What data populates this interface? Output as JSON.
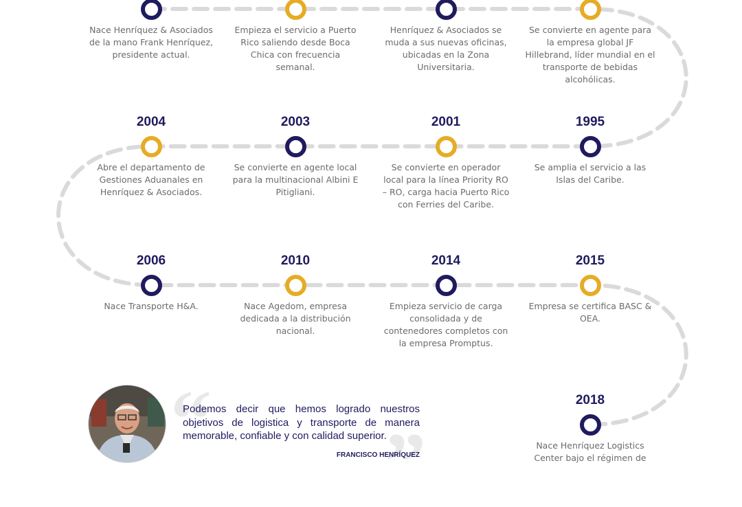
{
  "colors": {
    "navy": "#1f1b5e",
    "gold": "#e5ac25",
    "path": "#dadada",
    "text": "#6b6b6b"
  },
  "timeline": {
    "events": [
      {
        "year": "",
        "marker": "navy",
        "desc": "Nace Henríquez & Asociados de la mano Frank Henríquez, presidente actual."
      },
      {
        "year": "",
        "marker": "gold",
        "desc": "Empieza el servicio a Puerto Rico saliendo desde Boca Chica con frecuencia semanal."
      },
      {
        "year": "",
        "marker": "navy",
        "desc": "Henríquez & Asociados se muda a sus nuevas oficinas, ubicadas en la Zona Universitaria."
      },
      {
        "year": "",
        "marker": "gold",
        "desc": "Se convierte en agente para la empresa global JF Hillebrand, líder mundial en el transporte de bebidas alcohólicas."
      },
      {
        "year": "2004",
        "marker": "gold",
        "desc": "Abre el departamento de Gestiones Aduanales en Henríquez & Asociados."
      },
      {
        "year": "2003",
        "marker": "navy",
        "desc": "Se convierte en agente local para la multinacional Albini E Pitigliani."
      },
      {
        "year": "2001",
        "marker": "gold",
        "desc": "Se convierte en operador local para la línea Priority RO – RO, carga hacia Puerto Rico con Ferries del Caribe."
      },
      {
        "year": "1995",
        "marker": "navy",
        "desc": "Se amplia el servicio a las Islas del Caribe."
      },
      {
        "year": "2006",
        "marker": "navy",
        "desc": "Nace Transporte H&A."
      },
      {
        "year": "2010",
        "marker": "gold",
        "desc": "Nace Agedom, empresa dedicada a la distribución nacional."
      },
      {
        "year": "2014",
        "marker": "navy",
        "desc": "Empieza servicio de carga consolidada y de contenedores completos con la empresa Promptus."
      },
      {
        "year": "2015",
        "marker": "gold",
        "desc": "Empresa se certifica BASC & OEA."
      },
      {
        "year": "2018",
        "marker": "navy",
        "desc": "Nace Henríquez Logistics Center bajo el régimen de"
      }
    ]
  },
  "quote": {
    "text": "Podemos decir que hemos logrado nuestros objetivos de logistica y transporte de manera memorable, confiable y con calidad superior.",
    "author": "FRANCISCO HENRÍQUEZ",
    "open_mark": "“",
    "close_mark": "”"
  }
}
